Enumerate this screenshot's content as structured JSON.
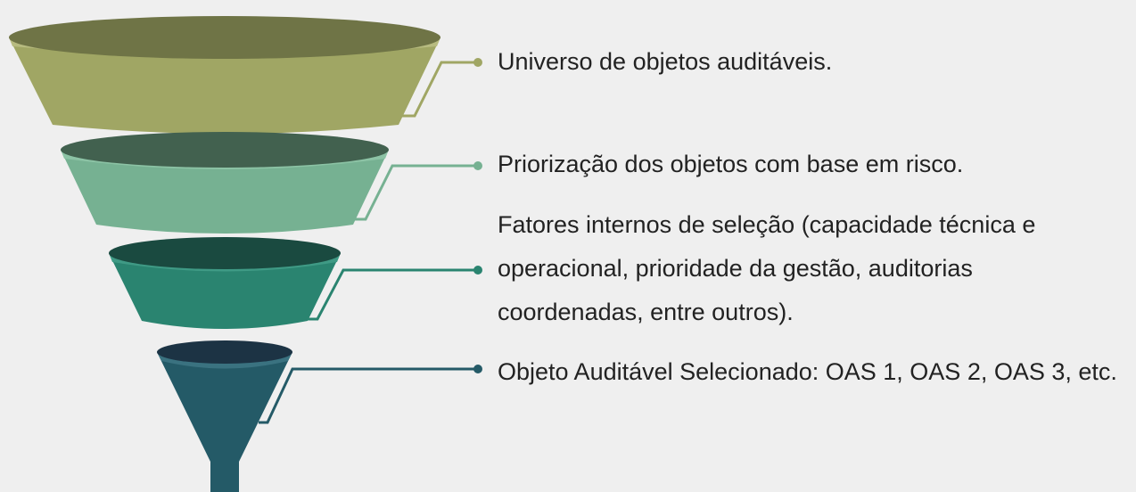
{
  "diagram": {
    "type": "funnel",
    "stages": [
      {
        "id": "stage-1",
        "label": "Universo de objetos auditáveis.",
        "color": "#a0a664",
        "rim": "#6f7446",
        "dot": "#a0a664"
      },
      {
        "id": "stage-2",
        "label": "Priorização dos objetos com base em risco.",
        "color": "#76b192",
        "rim": "#42614f",
        "dot": "#76b192"
      },
      {
        "id": "stage-3",
        "label": "Fatores internos de seleção (capacidade técnica e operacional, prioridade da gestão, auditorias coordenadas, entre outros).",
        "color": "#2a8470",
        "rim": "#1a4a40",
        "dot": "#2a8470"
      },
      {
        "id": "stage-4",
        "label": "Objeto Auditável Selecionado: OAS 1, OAS 2, OAS 3, etc.",
        "color": "#245a67",
        "rim": "#1c3344",
        "dot": "#245a67"
      }
    ]
  }
}
